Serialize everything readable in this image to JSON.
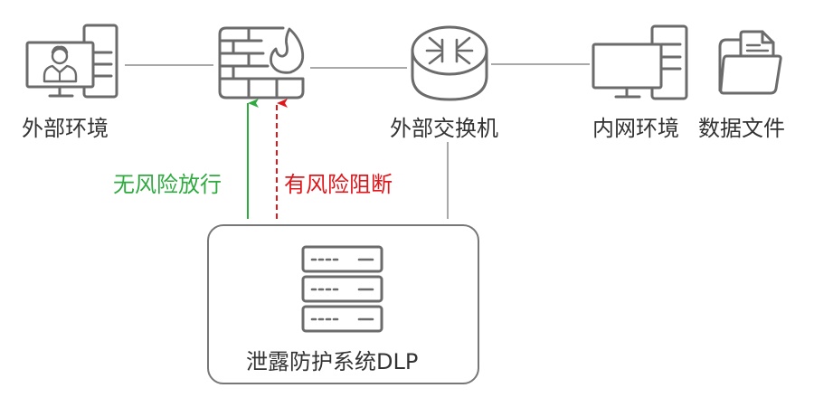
{
  "nodes": {
    "external_env": {
      "label": "外部环境",
      "icon": "user-computer-icon"
    },
    "firewall": {
      "icon": "firewall-icon"
    },
    "external_switch": {
      "label": "外部交换机",
      "icon": "switch-router-icon"
    },
    "internal_env": {
      "label": "内网环境",
      "icon": "desktop-computer-icon"
    },
    "data_files": {
      "label": "数据文件",
      "icon": "folder-document-icon"
    },
    "dlp": {
      "label": "泄露防护系统DLP",
      "icon": "server-stack-icon"
    }
  },
  "flows": {
    "allow": {
      "label": "无风险放行",
      "color": "#2eaa3f",
      "style": "solid"
    },
    "block": {
      "label": "有风险阻断",
      "color": "#e0161b",
      "style": "dashed"
    }
  },
  "colors": {
    "icon_stroke": "#6b6b6b",
    "connector": "#a8a8a8",
    "text": "#333333"
  }
}
